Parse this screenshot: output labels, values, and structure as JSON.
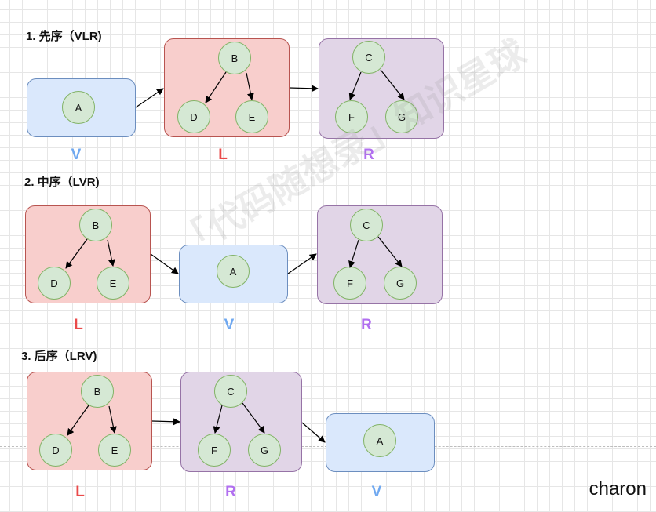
{
  "sections": [
    {
      "title": "1. 先序（VLR)",
      "boxes": [
        {
          "role": "V",
          "nodes": [
            "A"
          ]
        },
        {
          "role": "L",
          "nodes": [
            "B",
            "D",
            "E"
          ]
        },
        {
          "role": "R",
          "nodes": [
            "C",
            "F",
            "G"
          ]
        }
      ]
    },
    {
      "title": "2. 中序（LVR)",
      "boxes": [
        {
          "role": "L",
          "nodes": [
            "B",
            "D",
            "E"
          ]
        },
        {
          "role": "V",
          "nodes": [
            "A"
          ]
        },
        {
          "role": "R",
          "nodes": [
            "C",
            "F",
            "G"
          ]
        }
      ]
    },
    {
      "title": "3. 后序（LRV)",
      "boxes": [
        {
          "role": "L",
          "nodes": [
            "B",
            "D",
            "E"
          ]
        },
        {
          "role": "R",
          "nodes": [
            "C",
            "F",
            "G"
          ]
        },
        {
          "role": "V",
          "nodes": [
            "A"
          ]
        }
      ]
    }
  ],
  "colors": {
    "V_box": "#dae8fc",
    "L_box": "#f8cecc",
    "R_box": "#e1d5e7",
    "node": "#d5e8d4",
    "V_label": "#6fa8f0",
    "L_label": "#ea4a4a",
    "R_label": "#b16ff0"
  },
  "watermark": "「代码随想录」知识星球",
  "author": "charon"
}
